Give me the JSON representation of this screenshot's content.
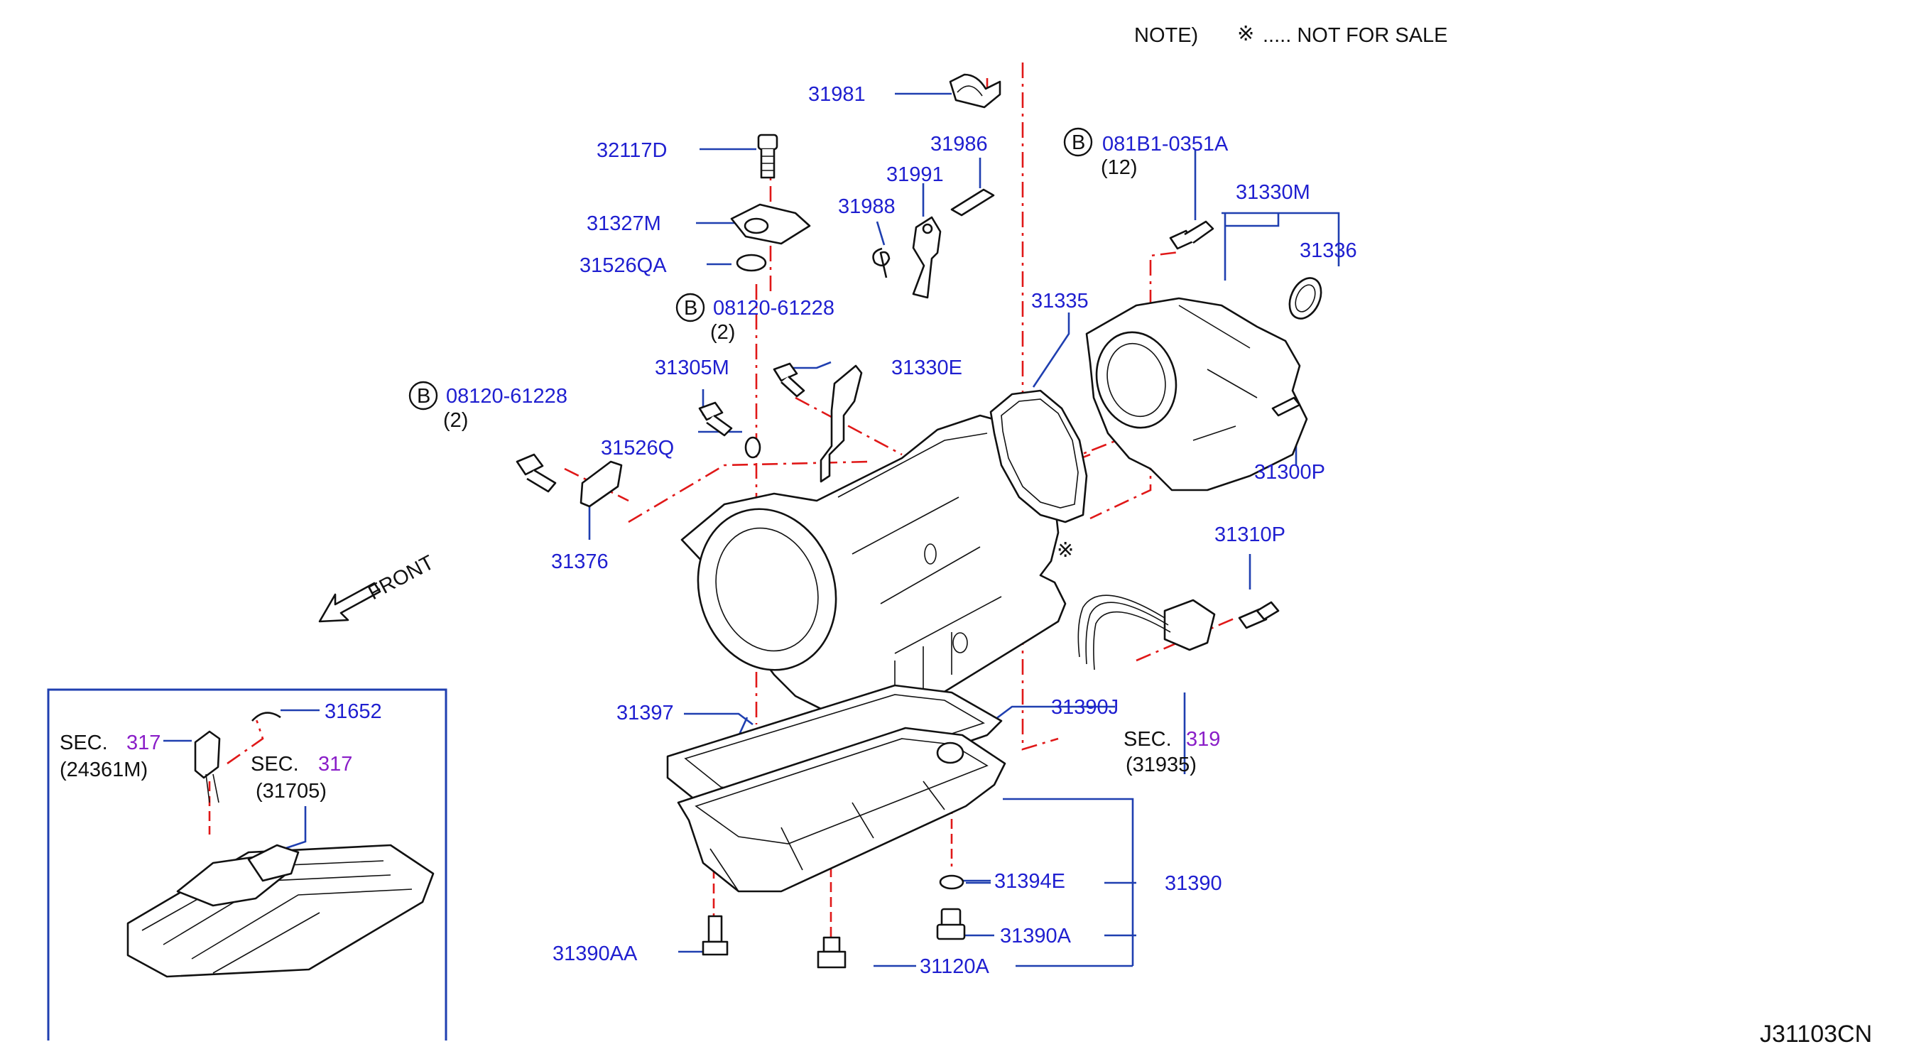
{
  "note": {
    "prefix": "NOTE)",
    "symbol": "※",
    "text": "..... NOT FOR SALE"
  },
  "front_label": "FRONT",
  "diagram_code": "J31103CN",
  "callouts": {
    "p31981": "31981",
    "p32117D": "32117D",
    "p31986": "31986",
    "p31991": "31991",
    "p31988": "31988",
    "p31327M": "31327M",
    "p31526QA": "31526QA",
    "bolt_a": {
      "circle": "B",
      "part": "08120-61228",
      "qty": "(2)"
    },
    "bolt_b": {
      "circle": "B",
      "part": "08120-61228",
      "qty": "(2)"
    },
    "bolt_c": {
      "circle": "B",
      "part": "081B1-0351A",
      "qty": "(12)"
    },
    "p31330M": "31330M",
    "p31336": "31336",
    "p31335": "31335",
    "p31305M": "31305M",
    "p31330E": "31330E",
    "p31526Q": "31526Q",
    "p31376": "31376",
    "p31300P": "31300P",
    "not_for_sale_mark": "※",
    "p31310P": "31310P",
    "p31397": "31397",
    "p31390J": "31390J",
    "sec319": {
      "prefix": "SEC.",
      "num": "319",
      "sub": "(31935)"
    },
    "p31394E": "31394E",
    "p31390": "31390",
    "p31390A": "31390A",
    "p31390AA": "31390AA",
    "p31120A": "31120A",
    "p31652": "31652",
    "sec317a": {
      "prefix": "SEC.",
      "num": "317",
      "sub": "(24361M)"
    },
    "sec317b": {
      "prefix": "SEC.",
      "num": "317",
      "sub": "(31705)"
    }
  },
  "colors": {
    "label": "#1f1fd0",
    "leader": "#1f3fb0",
    "centerline": "#e01818",
    "section_ref": "#8a1ec8",
    "outline": "#111111"
  }
}
